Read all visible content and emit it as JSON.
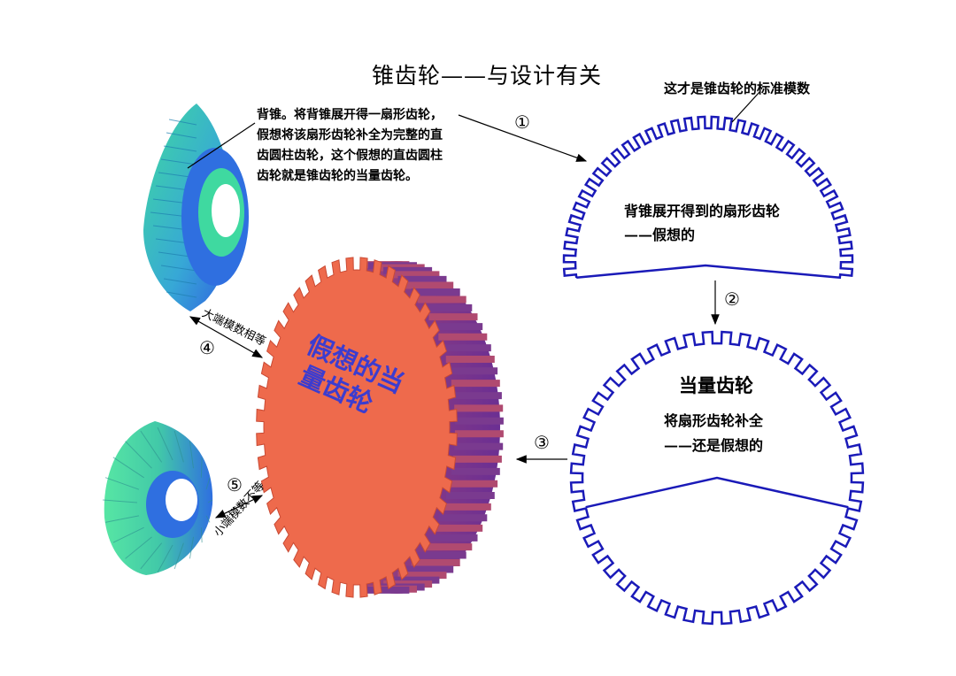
{
  "title": "锥齿轮——与设计有关",
  "top_right_note": "这才是锥齿轮的标准模数",
  "back_cone_note": [
    "背锥。将背锥展开得一扇形齿轮，",
    "假想将该扇形齿轮补全为完整的直",
    "齿圆柱齿轮，这个假想的直齿圆柱",
    "齿轮就是锥齿轮的当量齿轮。"
  ],
  "sector_gear": {
    "label": "背锥展开得到的扇形齿轮",
    "sub": "——假想的"
  },
  "equivalent_gear": {
    "title": "当量齿轮",
    "note1": "将扇形齿轮补全",
    "note2": "——还是假想的"
  },
  "cylinder_gear": {
    "text_line1": "假想的当",
    "text_line2": "量齿轮",
    "face_color": "#ee6a4c",
    "tooth_color": "#8a3a8a"
  },
  "step_numbers": [
    "①",
    "②",
    "③",
    "④",
    "⑤"
  ],
  "large_end_label": "大端模数相等",
  "small_end_label": "小端模数不等",
  "colors": {
    "outline_blue": "#1a1ab8",
    "bevel_green": "#3fd9a0",
    "bevel_blue": "#2f6fe0"
  }
}
